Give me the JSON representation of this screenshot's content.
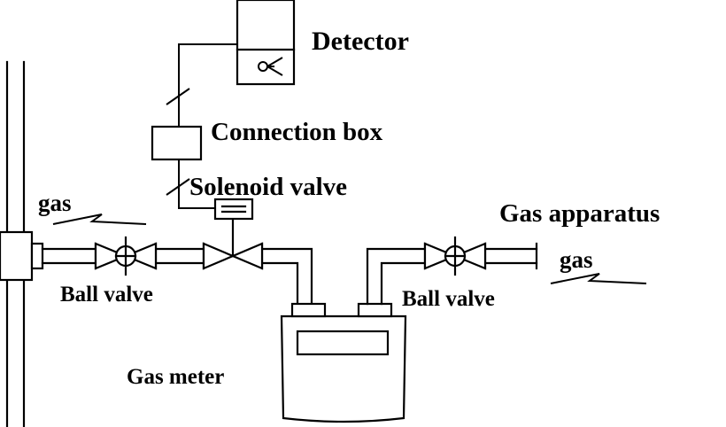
{
  "labels": {
    "detector": "Detector",
    "connection_box": "Connection box",
    "solenoid_valve": "Solenoid valve",
    "gas_in": "gas",
    "gas_apparatus": "Gas apparatus",
    "gas_out": "gas",
    "ball_valve_left": "Ball valve",
    "ball_valve_right": "Ball valve",
    "gas_meter": "Gas meter"
  },
  "colors": {
    "stroke": "#000000",
    "background": "#ffffff"
  }
}
